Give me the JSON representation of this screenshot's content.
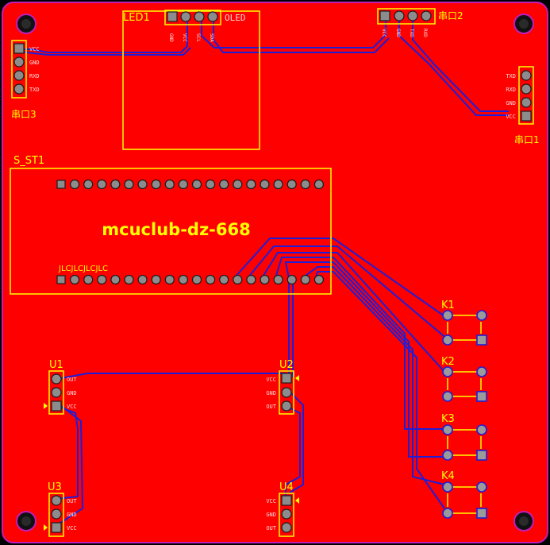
{
  "colors": {
    "board": "#ff0000",
    "board_edge": "#c01eb8",
    "silkscreen": "#ffff00",
    "trace": "#1e1ed8",
    "pad": "#8c8c8c",
    "background": "#000000"
  },
  "board": {
    "title": "mcuclub-dz-668",
    "sub_marking": "JLCJLCJLCJLC"
  },
  "components": {
    "led1": {
      "ref": "LED1",
      "value": "OLED",
      "pins": [
        "GND",
        "VCC",
        "SCL",
        "SDA"
      ]
    },
    "uart2": {
      "ref": "串口2",
      "pins": [
        "VCC",
        "GND",
        "TXD",
        "RXD"
      ]
    },
    "uart3": {
      "ref": "串口3",
      "pins": [
        "VCC",
        "GND",
        "RXD",
        "TXD"
      ]
    },
    "uart1": {
      "ref": "串口1",
      "pins": [
        "TXD",
        "RXD",
        "GND",
        "VCC"
      ]
    },
    "s_st1": {
      "ref": "S_ST1"
    },
    "k1": {
      "ref": "K1"
    },
    "k2": {
      "ref": "K2"
    },
    "k3": {
      "ref": "K3"
    },
    "k4": {
      "ref": "K4"
    },
    "u1": {
      "ref": "U1",
      "pins": [
        "OUT",
        "GND",
        "VCC"
      ]
    },
    "u2": {
      "ref": "U2",
      "pins": [
        "VCC",
        "GND",
        "OUT"
      ]
    },
    "u3": {
      "ref": "U3",
      "pins": [
        "OUT",
        "GND",
        "VCC"
      ]
    },
    "u4": {
      "ref": "U4",
      "pins": [
        "VCC",
        "GND",
        "OUT"
      ]
    }
  },
  "icons": [
    "mounting-hole-icon",
    "pin-1-marker-icon"
  ]
}
